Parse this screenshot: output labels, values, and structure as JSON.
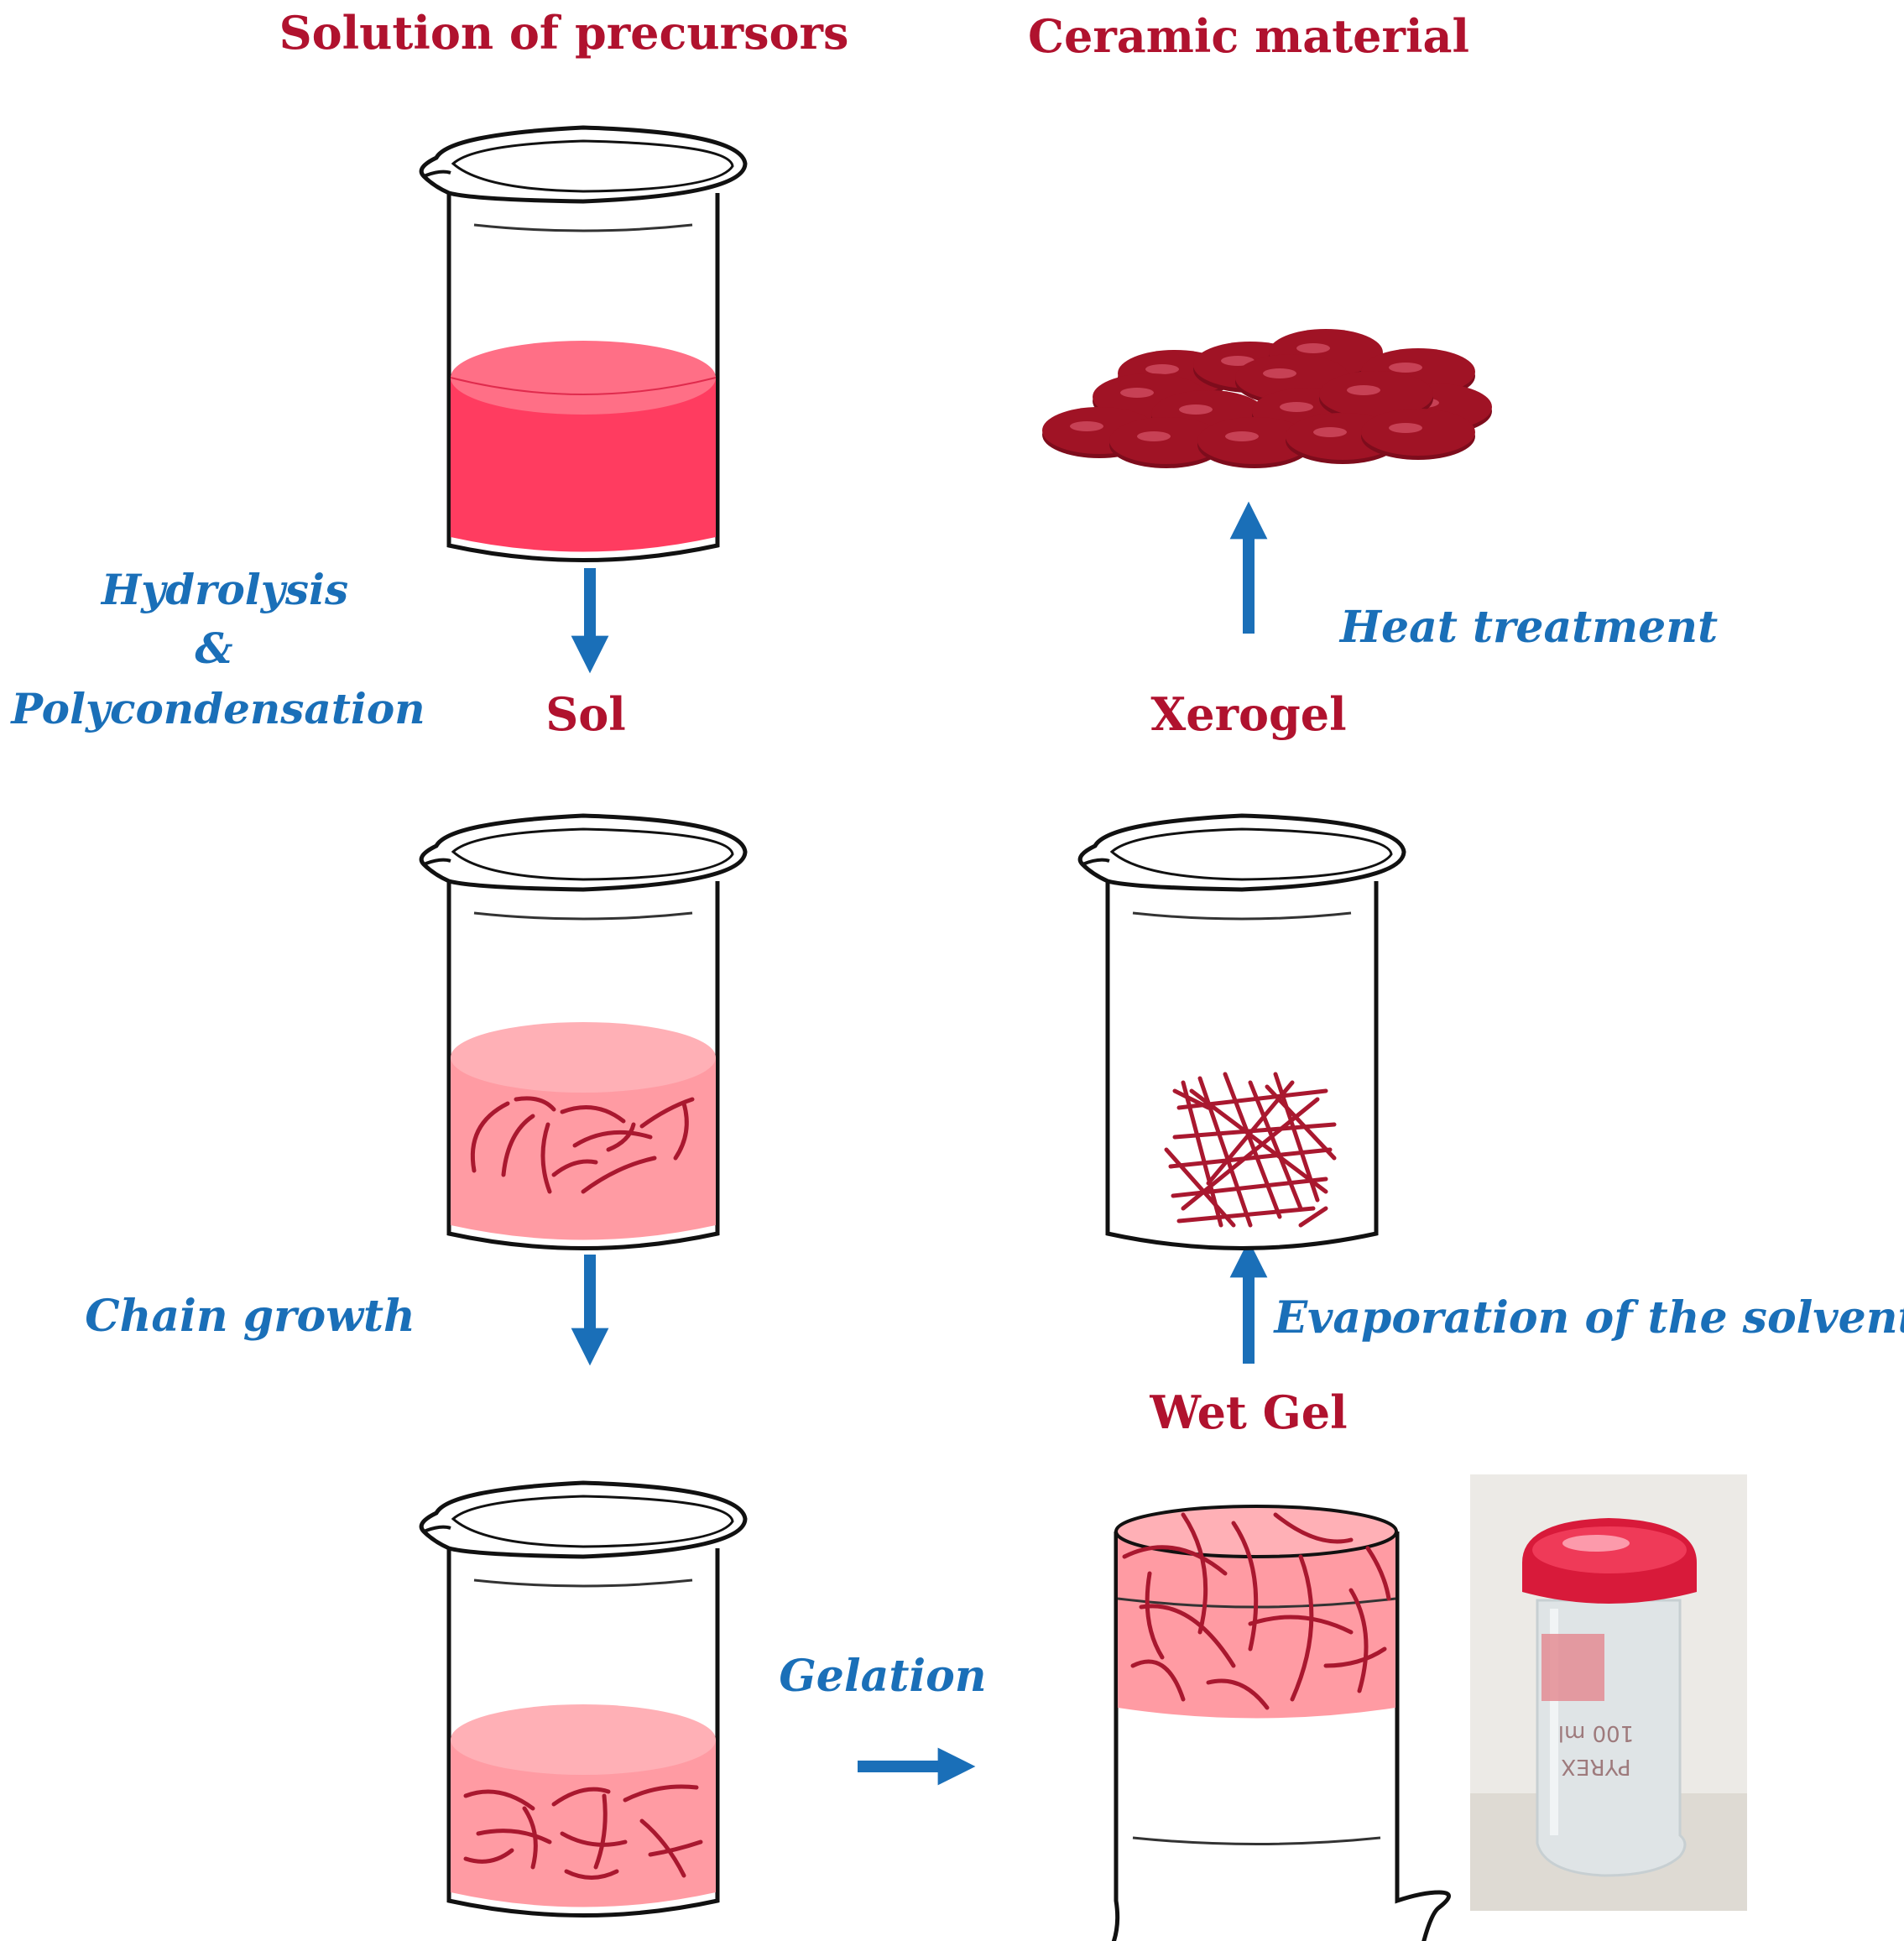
{
  "colors": {
    "stage_label": "#b0122e",
    "process_label": "#1a6fb8",
    "arrow": "#1a6fb8",
    "solution": "#ff3c60",
    "sol_liquid": "#ff9ba3",
    "chain": "#a9182f",
    "ceramic": "#a01325"
  },
  "labels": {
    "solution_of_precursors": "Solution of precursors",
    "ceramic_material": "Ceramic material",
    "sol": "Sol",
    "xerogel": "Xerogel",
    "wet_gel": "Wet Gel"
  },
  "processes": {
    "hydrolysis_line1": "Hydrolysis",
    "hydrolysis_line2": "&",
    "hydrolysis_line3": "Polycondensation",
    "chain_growth": "Chain growth",
    "gelation": "Gelation",
    "evaporation": "Evaporation of the solvent",
    "heat_treatment": "Heat treatment"
  },
  "photo": {
    "label_line1": "PYREX",
    "label_line2": "100 ml"
  }
}
